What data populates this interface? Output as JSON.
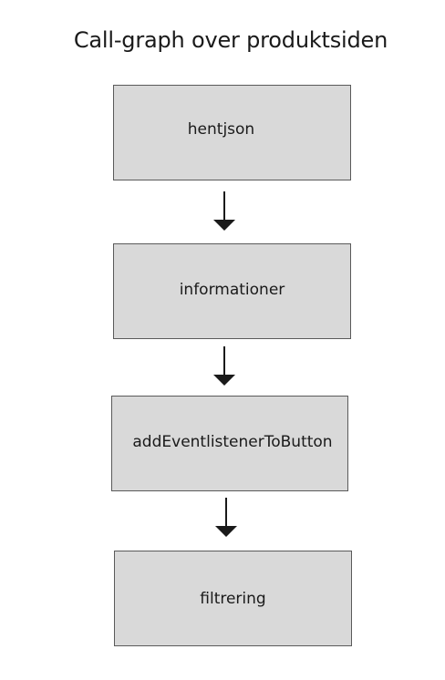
{
  "diagram": {
    "title": "Call-graph over produktsiden",
    "nodes": [
      {
        "label": "hentjson"
      },
      {
        "label": "informationer"
      },
      {
        "label": "addEventlistenerToButton"
      },
      {
        "label": "filtrering"
      }
    ],
    "edges": [
      {
        "from": "hentjson",
        "to": "informationer"
      },
      {
        "from": "informationer",
        "to": "addEventlistenerToButton"
      },
      {
        "from": "addEventlistenerToButton",
        "to": "filtrering"
      }
    ],
    "colors": {
      "node_fill": "#d9d9d9",
      "node_border": "#5a5a5a",
      "arrow": "#1a1a1a",
      "text": "#1a1a1a",
      "background": "#ffffff"
    }
  }
}
